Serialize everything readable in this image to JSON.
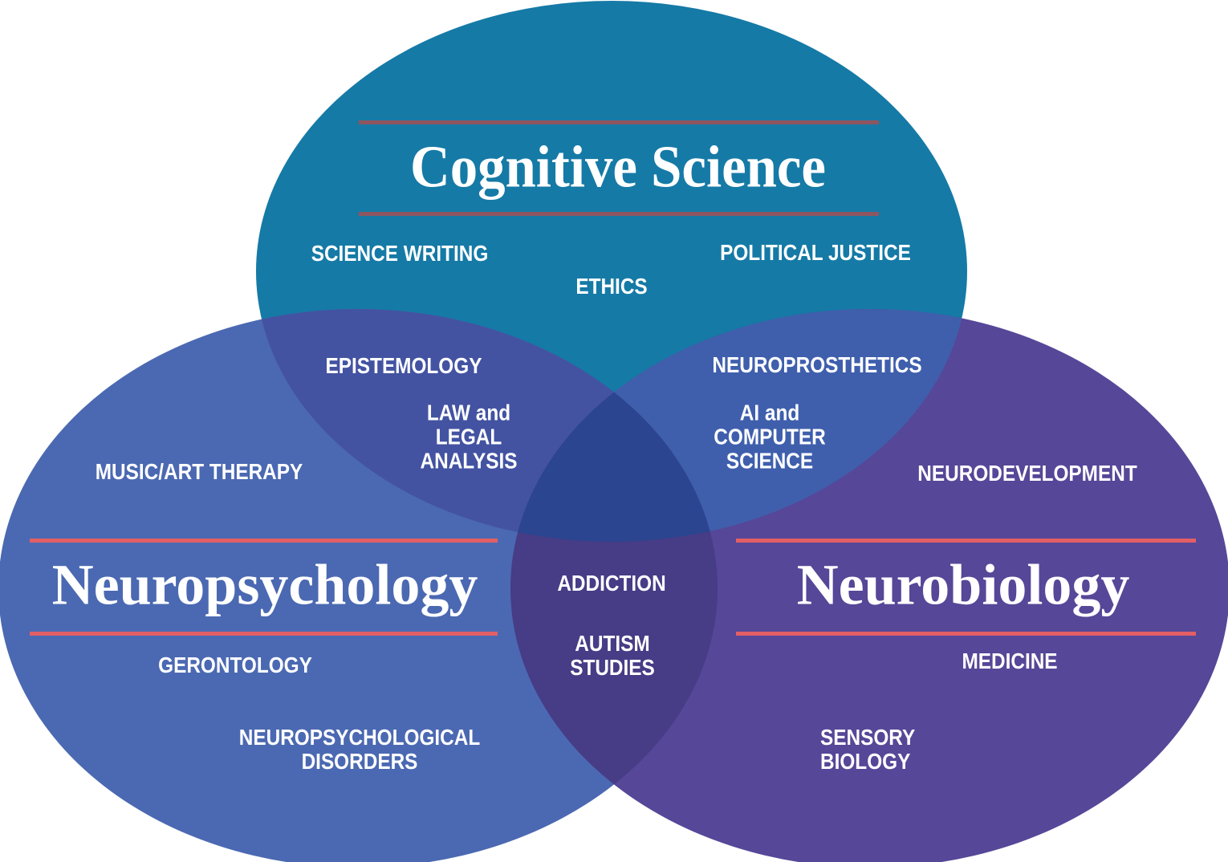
{
  "venn": {
    "background": "#ffffff",
    "text_color": "#ffffff",
    "rule_colors": {
      "cognitive": "#8e5560",
      "side": "#e25f66"
    },
    "circles": {
      "cognitive_science": {
        "title": "Cognitive Science",
        "color": "#157aa6",
        "labels": {
          "science_writing": "SCIENCE WRITING",
          "ethics": "ETHICS",
          "political_justice": "POLITICAL JUSTICE"
        }
      },
      "neuropsychology": {
        "title": "Neuropsychology",
        "color": "#4b69b2",
        "labels": {
          "music_art_therapy": "MUSIC/ART THERAPY",
          "gerontology": "GERONTOLOGY",
          "neuropsychological_disorders": "NEUROPSYCHOLOGICAL\nDISORDERS"
        }
      },
      "neurobiology": {
        "title": "Neurobiology",
        "color": "#564798",
        "labels": {
          "neurodevelopment": "NEURODEVELOPMENT",
          "medicine": "MEDICINE",
          "sensory_biology": "SENSORY\nBIOLOGY"
        }
      }
    },
    "overlaps": {
      "cognitive_neuropsychology": {
        "color": "#4353a2",
        "labels": {
          "epistemology": "EPISTEMOLOGY",
          "law_legal_analysis": "LAW and\nLEGAL\nANALYSIS"
        }
      },
      "cognitive_neurobiology": {
        "color": "#3f5fad",
        "labels": {
          "neuroprosthetics": "NEUROPROSTHETICS",
          "ai_computer_science": "AI and\nCOMPUTER\nSCIENCE"
        }
      },
      "neuropsychology_neurobiology": {
        "color": "#473c86",
        "labels": {
          "addiction": "ADDICTION",
          "autism_studies": "AUTISM\nSTUDIES"
        }
      },
      "center_all_three": {
        "color": "#2b4590"
      }
    }
  }
}
